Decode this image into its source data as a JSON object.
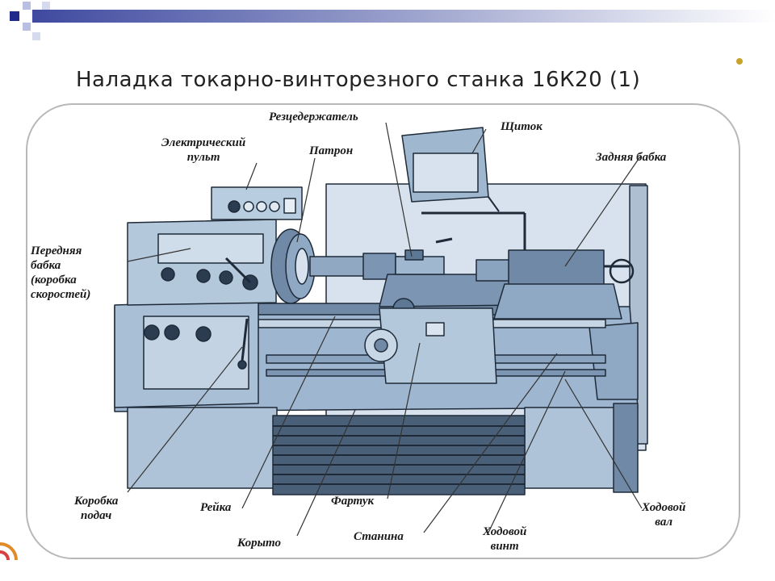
{
  "title": "Наладка токарно-винторезного станка 16К20 (1)",
  "labels": {
    "tool_holder": "Резцедержатель",
    "shield": "Щиток",
    "electric_panel": "Электрический\nпульт",
    "chuck": "Патрон",
    "tailstock": "Задняя бабка",
    "headstock": "Передняя\nбабка\n(коробка\nскоростей)",
    "feed_box": "Коробка\nподач",
    "rack": "Рейка",
    "apron": "Фартук",
    "trough": "Корыто",
    "bed": "Станина",
    "lead_screw": "Ходовой\nвинт",
    "feed_shaft": "Ходовой\nвал"
  },
  "colors": {
    "machine_body": "#8fa9c4",
    "machine_light": "#b9cde0",
    "machine_dark": "#4d6a88",
    "outline": "#1e2a38",
    "leader_line": "#333333",
    "frame": "#b8b8b8"
  }
}
